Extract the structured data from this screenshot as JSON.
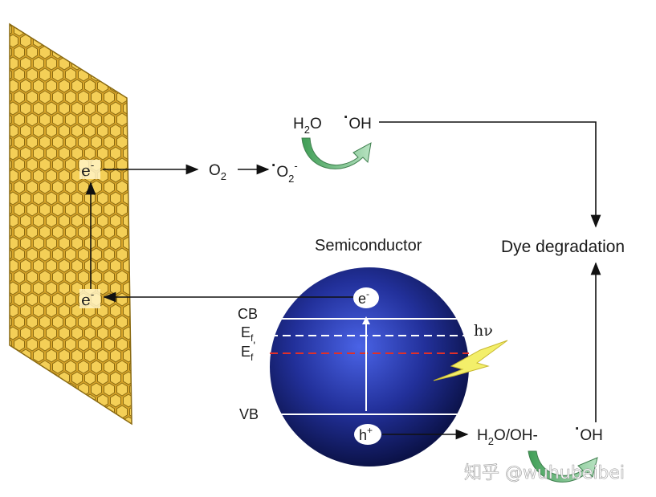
{
  "graphene": {
    "top_electron": "e",
    "top_electron_sup": "-",
    "bottom_electron": "e",
    "bottom_electron_sup": "-"
  },
  "top_reaction": {
    "o2": "O",
    "o2_sub": "2",
    "superoxide_dot": "·",
    "superoxide": "O",
    "superoxide_sub": "2",
    "superoxide_sup": "-",
    "water": "H",
    "water_sub": "2",
    "water_rest": "O",
    "hydroxyl_dot": "·",
    "hydroxyl": "OH"
  },
  "semiconductor": {
    "title": "Semiconductor",
    "electron": "e",
    "electron_sup": "-",
    "hole": "h",
    "hole_sup": "+",
    "cb_label": "CB",
    "vb_label": "VB",
    "ef_label": "E",
    "ef_sub": "f",
    "ef_prime_label": "E",
    "ef_prime_sub": "f",
    "ef_prime_mark": "'",
    "light_label": "hν"
  },
  "bottom_reaction": {
    "water_hydroxide": "H",
    "water_hydroxide_sub": "2",
    "water_hydroxide_rest": "O/OH-",
    "hydroxyl_dot": "·",
    "hydroxyl": "OH"
  },
  "dye_degradation": "Dye degradation",
  "watermark": "知乎 @wuhubeibei",
  "colors": {
    "graphene_fill": "#f2c94c",
    "graphene_edge": "#8a6a12",
    "sphere_center": "#3f55d8",
    "sphere_edge": "#0b1248",
    "ef_prime_line": "#e0302a",
    "lightning": "#f3ef6a",
    "curved_arrow": "#6bbf7a"
  }
}
